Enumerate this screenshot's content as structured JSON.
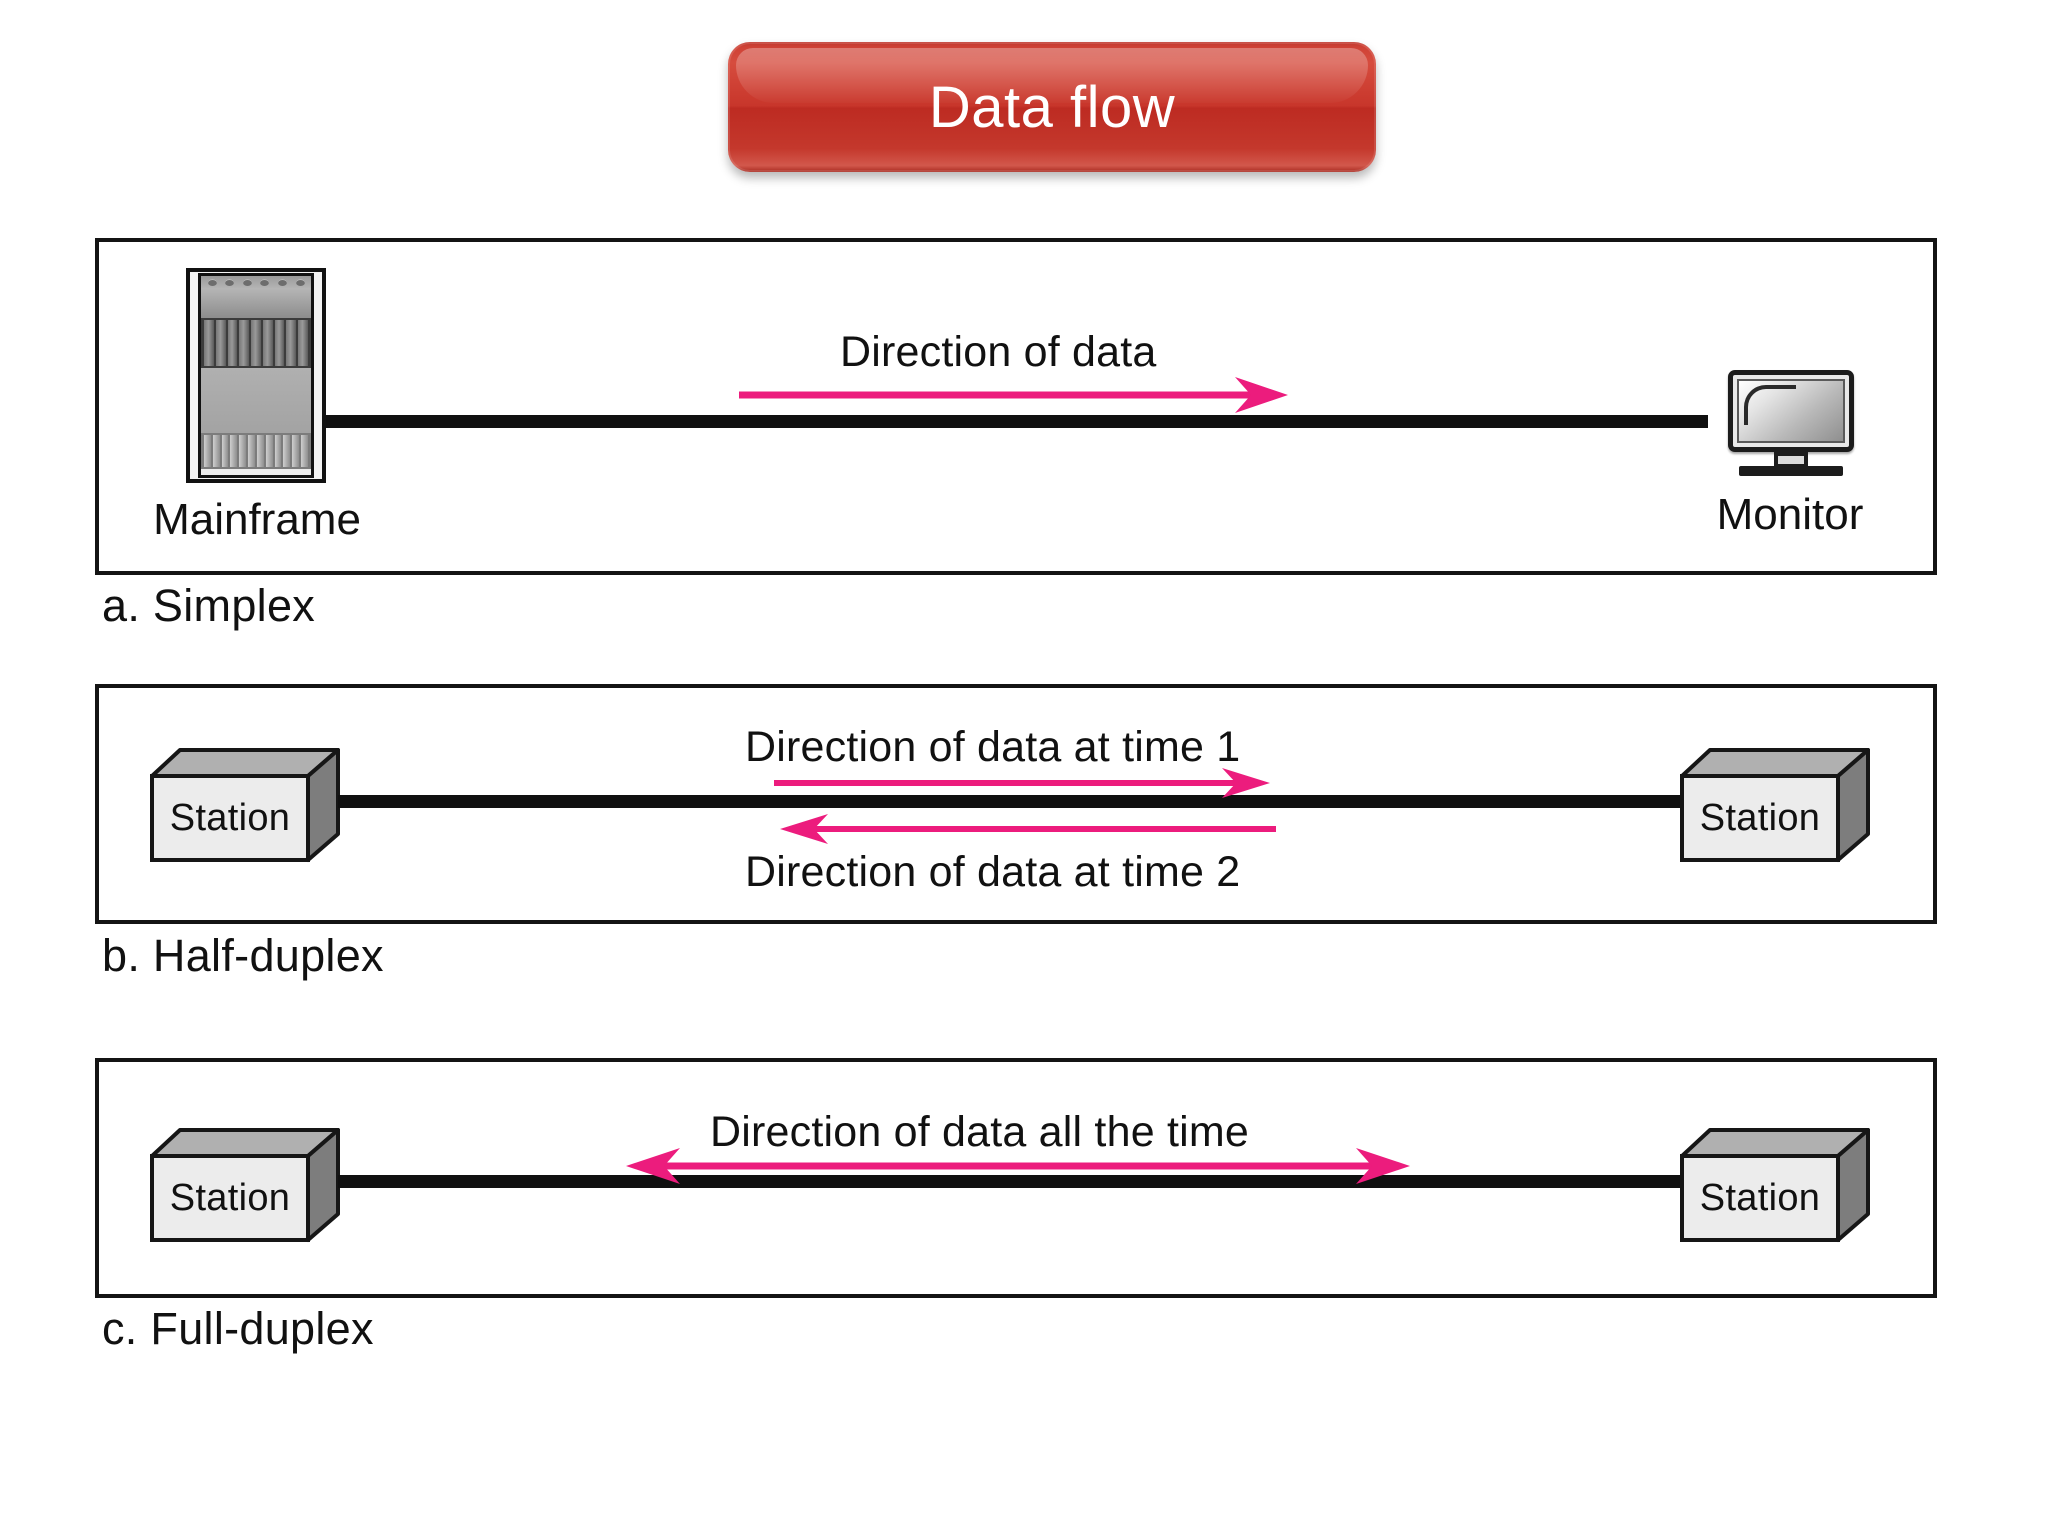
{
  "title_banner": {
    "label": "Data flow",
    "color": "#c8362b",
    "text_color": "#ffffff"
  },
  "theme": {
    "arrow_color": "#ec1c7d",
    "line_color": "#101010",
    "border_color": "#141414",
    "text_color": "#111111",
    "background": "#ffffff"
  },
  "sections": [
    {
      "id": "simplex",
      "caption": "a. Simplex",
      "left_device": {
        "type": "mainframe-icon",
        "label": "Mainframe"
      },
      "right_device": {
        "type": "monitor-icon",
        "label": "Monitor"
      },
      "arrows": [
        {
          "label": "Direction of data",
          "direction": "right",
          "label_position": "above"
        }
      ]
    },
    {
      "id": "half-duplex",
      "caption": "b. Half-duplex",
      "left_device": {
        "type": "station-box",
        "label": "Station"
      },
      "right_device": {
        "type": "station-box",
        "label": "Station"
      },
      "arrows": [
        {
          "label": "Direction of data at time 1",
          "direction": "right",
          "label_position": "above"
        },
        {
          "label": "Direction of data at time 2",
          "direction": "left",
          "label_position": "below"
        }
      ]
    },
    {
      "id": "full-duplex",
      "caption": "c. Full-duplex",
      "left_device": {
        "type": "station-box",
        "label": "Station"
      },
      "right_device": {
        "type": "station-box",
        "label": "Station"
      },
      "arrows": [
        {
          "label": "Direction of data all the time",
          "direction": "both",
          "label_position": "above"
        }
      ]
    }
  ]
}
